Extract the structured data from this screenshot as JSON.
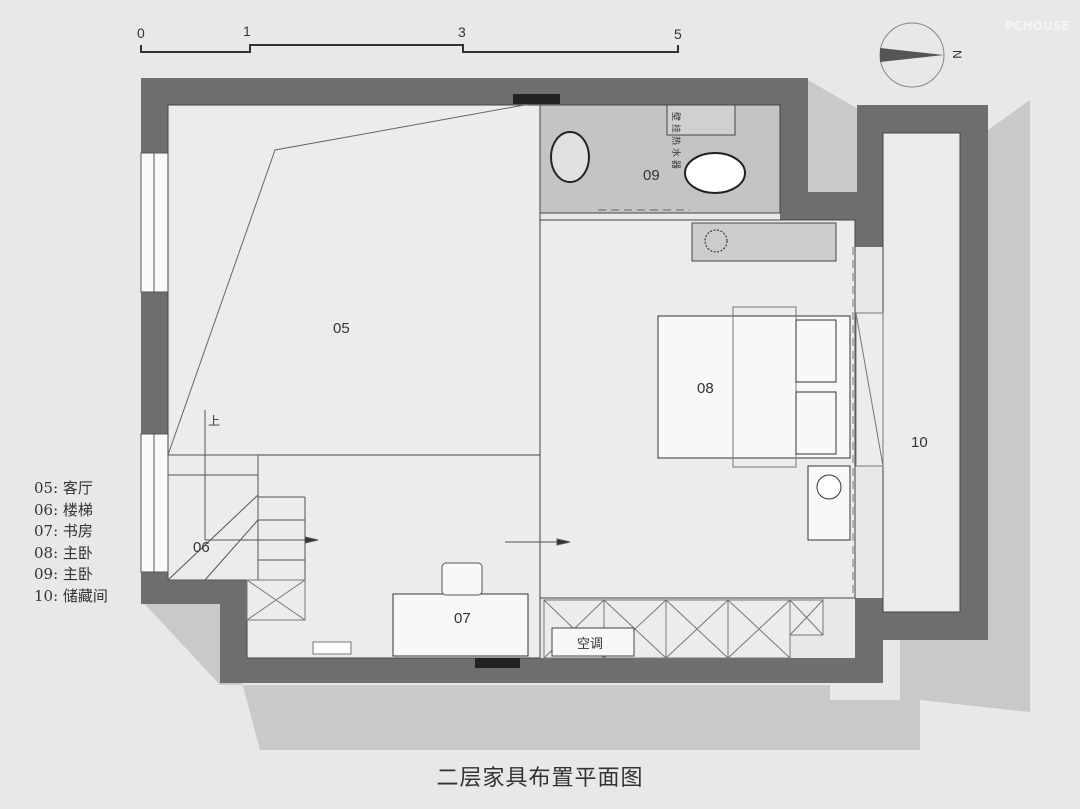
{
  "scale_bar": {
    "ticks": [
      "0",
      "1",
      "3",
      "5"
    ]
  },
  "compass": {
    "north_label": "N"
  },
  "watermark": "PCHOUSE",
  "rooms": {
    "r05": "05",
    "r06": "06",
    "r07": "07",
    "r08": "08",
    "r09": "09",
    "r10": "10"
  },
  "annotations": {
    "stairs_up": "上",
    "air_conditioner": "空调",
    "water_heater": "壁挂热水器"
  },
  "legend": [
    {
      "code": "05:",
      "name": "客厅"
    },
    {
      "code": "06:",
      "name": "楼梯"
    },
    {
      "code": "07:",
      "name": "书房"
    },
    {
      "code": "08:",
      "name": "主卧"
    },
    {
      "code": "09:",
      "name": "主卧"
    },
    {
      "code": "10:",
      "name": "储藏间"
    }
  ],
  "title": "二层家具布置平面图"
}
